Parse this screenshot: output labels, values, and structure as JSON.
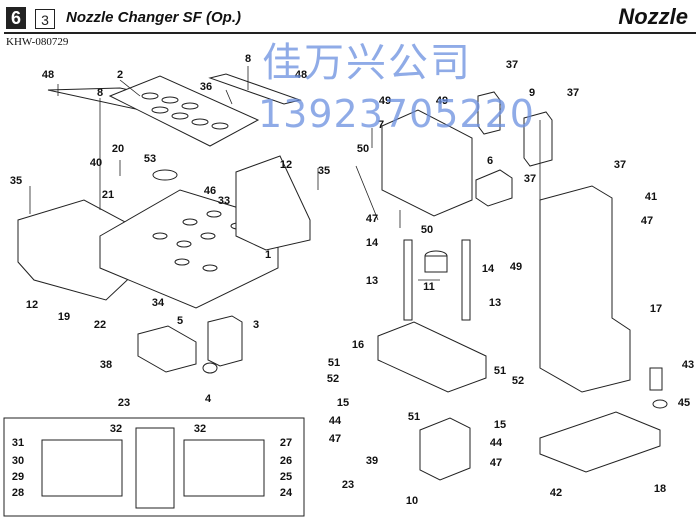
{
  "header": {
    "section_number": "6",
    "sub_number": "3",
    "title": "Nozzle Changer SF (Op.)",
    "category": "Nozzle",
    "doc_code": "KHW-080729"
  },
  "watermark": {
    "line1": "佳万兴公司",
    "line2": "13923705220"
  },
  "callouts": [
    "48",
    "2",
    "36",
    "8",
    "48",
    "8",
    "37",
    "9",
    "37",
    "49",
    "7",
    "49",
    "50",
    "6",
    "20",
    "53",
    "40",
    "35",
    "46",
    "21",
    "33",
    "12",
    "35",
    "37",
    "37",
    "41",
    "47",
    "1",
    "47",
    "50",
    "14",
    "14",
    "13",
    "11",
    "13",
    "17",
    "12",
    "34",
    "49",
    "19",
    "22",
    "5",
    "3",
    "16",
    "51",
    "52",
    "51",
    "52",
    "38",
    "23",
    "4",
    "15",
    "44",
    "47",
    "51",
    "15",
    "44",
    "47",
    "43",
    "45",
    "32",
    "32",
    "31",
    "30",
    "29",
    "28",
    "27",
    "26",
    "25",
    "24",
    "39",
    "23",
    "10",
    "18",
    "42"
  ],
  "colors": {
    "line": "#222222",
    "watermark": "#6a8fe0"
  }
}
